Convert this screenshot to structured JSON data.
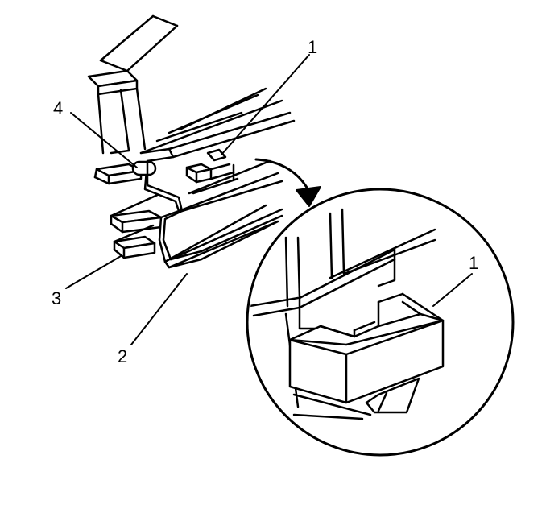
{
  "callouts": {
    "part_1_main": "1",
    "part_1_detail": "1",
    "part_2": "2",
    "part_3": "3",
    "part_4": "4"
  },
  "colors": {
    "stroke": "#000000",
    "fill": "#ffffff"
  }
}
